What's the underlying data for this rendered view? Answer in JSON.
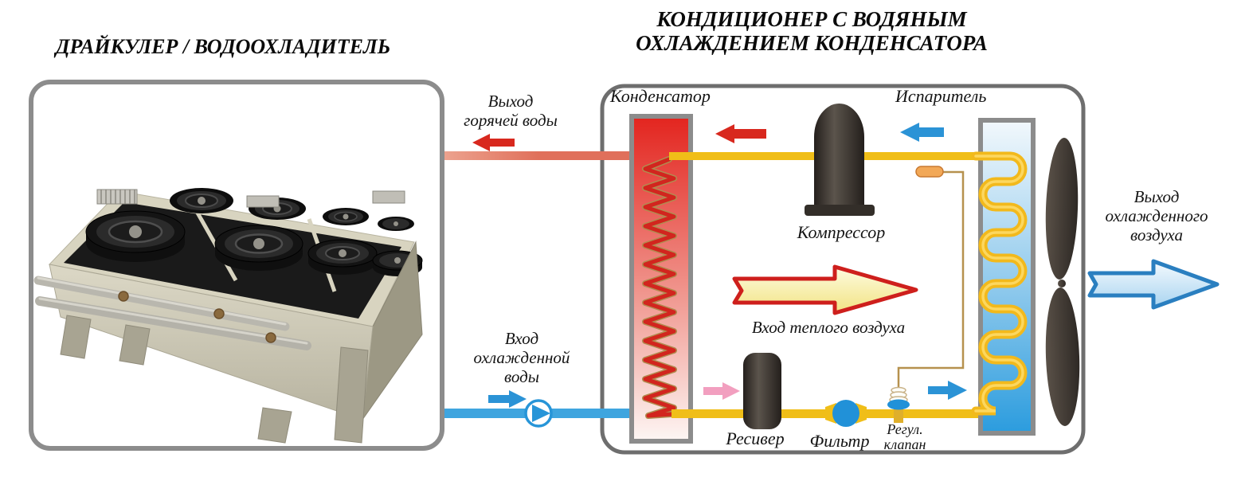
{
  "left_panel": {
    "title": "ДРАЙКУЛЕР / ВОДООХЛАДИТЕЛЬ",
    "image": "dry-cooler-photo"
  },
  "right_panel": {
    "title_line1": "КОНДИЦИОНЕР С ВОДЯНЫМ",
    "title_line2": "ОХЛАЖДЕНИЕМ КОНДЕНСАТОРА"
  },
  "components": {
    "condenser": "Конденсатор",
    "evaporator": "Испаритель",
    "compressor": "Компрессор",
    "receiver": "Ресивер",
    "filter": "Фильтр",
    "valve": [
      "Регул.",
      "клапан"
    ]
  },
  "pipes": {
    "hot_water": {
      "label": [
        "Выход",
        "горячей воды"
      ]
    },
    "cold_water": {
      "label": [
        "Вход",
        "охлажденной",
        "воды"
      ]
    }
  },
  "air": {
    "warm_in": "Вход теплого воздуха",
    "cold_out": [
      "Выход",
      "охлажденного",
      "воздуха"
    ]
  },
  "icons": {
    "flow-left-arrow": "◀",
    "flow-right-arrow": "▶",
    "pump": "circle-with-right-triangle",
    "fan-blades": "double-ellipse-propeller",
    "sensor-bulb": "capsule",
    "expansion-valve": "disc-with-spring"
  },
  "colors": {
    "refrigerant_pipe": "#F0BE18",
    "hot_side_red": "#D8281E",
    "cool_side_blue": "#2B93D6",
    "hot_water_pipe": "#E1705B",
    "cold_water_pipe": "#3FA5DF",
    "pink_arrow": "#F29FBF",
    "condenser_fill_top": "#E3241E",
    "evaporator_fill_bottom": "#2B9CDE",
    "component_dark": "#3A342E",
    "frame_gray": "#8C8C8C",
    "warm_air_fill": "#F2E382",
    "cool_air_fill": "#A9D4F0",
    "capillary_tan": "#B6914E",
    "sensor_bulb_orange": "#F2A857"
  }
}
